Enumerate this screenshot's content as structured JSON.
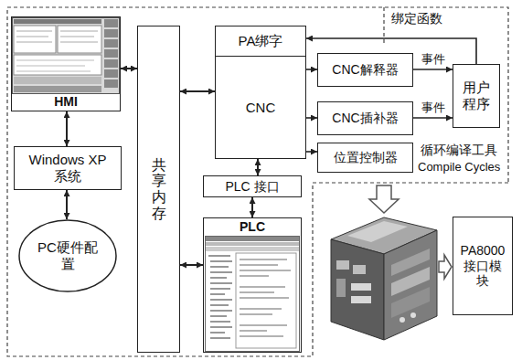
{
  "diagram": {
    "nodes": [
      {
        "text": [
          "HMI"
        ]
      },
      {
        "text": [
          "Windows XP 系统"
        ]
      },
      {
        "text": [
          "PC硬件配置"
        ]
      },
      {
        "text": [
          "共享内存"
        ]
      },
      {
        "text": [
          "PA绑字"
        ]
      },
      {
        "text": [
          "CNC"
        ]
      },
      {
        "text": [
          "CNC解释器"
        ]
      },
      {
        "text": [
          "CNC插补器"
        ]
      },
      {
        "text": [
          "位置控制器"
        ]
      },
      {
        "text": [
          "用户程序"
        ]
      },
      {
        "text": [
          "PLC 接口"
        ]
      },
      {
        "text": [
          "PLC"
        ]
      },
      {
        "text": [
          "PA8000 接口模块"
        ]
      }
    ],
    "edges": [
      {
        "from": 0,
        "to": 3,
        "arrow": "both"
      },
      {
        "from": 0,
        "to": 1,
        "arrow": "both"
      },
      {
        "from": 1,
        "to": 2,
        "arrow": "both"
      },
      {
        "from": 3,
        "to": 5,
        "arrow": "both"
      },
      {
        "from": 3,
        "to": 11,
        "arrow": "both"
      },
      {
        "from": 5,
        "to": 10,
        "arrow": "both"
      },
      {
        "from": 10,
        "to": 11,
        "arrow": "both"
      },
      {
        "from": 5,
        "to": 6,
        "arrow": "to"
      },
      {
        "from": 5,
        "to": 7,
        "arrow": "to"
      },
      {
        "from": 5,
        "to": 8,
        "arrow": "to"
      },
      {
        "from": 6,
        "to": 9,
        "label": "事件",
        "arrow": "to"
      },
      {
        "from": 7,
        "to": 9,
        "label": "事件",
        "arrow": "to"
      },
      {
        "from": 9,
        "to": 4,
        "arrow": "to"
      }
    ],
    "labels": [
      "绑定函数",
      "循环编译工具",
      "Compile Cycles"
    ]
  }
}
